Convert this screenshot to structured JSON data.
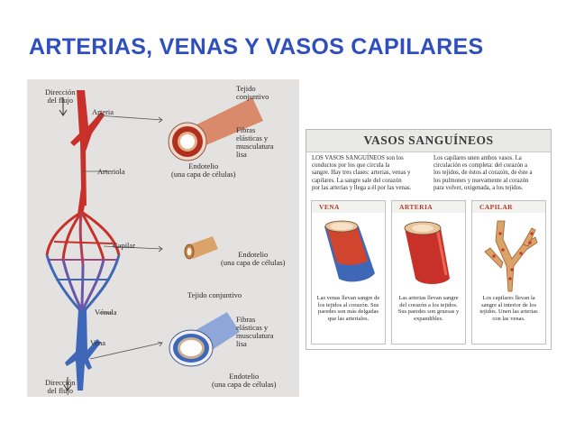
{
  "title": "ARTERIAS, VENAS Y VASOS CAPILARES",
  "left_figure": {
    "flow_dir_top": [
      "Dirección",
      "del flujo"
    ],
    "arteria": "Arteria",
    "arteriola": "Arteriola",
    "capilar": "Capilar",
    "venula": "Vénula",
    "vena": "Vena",
    "flow_dir_bottom": [
      "Dirección",
      "del flujo"
    ],
    "artery_cs_labels": {
      "tejido": [
        "Tejido",
        "conjuntivo"
      ],
      "fibras": [
        "Fibras",
        "elásticas y",
        "musculatura",
        "lisa"
      ],
      "endotelio": [
        "Endotelio",
        "(una capa de células)"
      ]
    },
    "capillary_labels": {
      "endotelio": [
        "Endotelio",
        "(una capa de células)"
      ]
    },
    "vein_cs_labels": {
      "tejido": "Tejido conjuntivo",
      "fibras": [
        "Fibras",
        "elásticas y",
        "musculatura",
        "lisa"
      ],
      "endotelio": [
        "Endotelio",
        "(una capa de células)"
      ]
    }
  },
  "right_figure": {
    "title": "VASOS SANGUÍNEOS",
    "intro_left": [
      "LOS VASOS SANGUÍNEOS son los",
      "conductos por los que circula la",
      "sangre. Hay tres clases: arterias, venas y",
      "capilares. La sangre sale del corazón",
      "por las arterias y llega a él por las venas."
    ],
    "intro_right": [
      "Los capilares unen ambos vasos. La",
      "circulación es completa: del corazón a",
      "los tejidos, de éstos al corazón, de éste a",
      "los pulmones y nuevamente al corazón",
      "para volver, oxigenada, a los tejidos."
    ],
    "panels": [
      {
        "label": "VENA",
        "caption": [
          "Las venas llevan sangre de",
          "los tejidos al corazón. Sus",
          "paredes son más delgadas",
          "que las arteriales."
        ]
      },
      {
        "label": "ARTERIA",
        "caption": [
          "Las arterias llevan sangre",
          "del corazón a los tejidos.",
          "Sus paredes son gruesas y",
          "expandibles."
        ]
      },
      {
        "label": "CAPILAR",
        "caption": [
          "Los capilares llevan la",
          "sangre al interior de los",
          "tejidos. Unen las arterias",
          "con las venas."
        ]
      }
    ]
  },
  "colors": {
    "title": "#2f4fbf",
    "artery": "#c8302a",
    "vein": "#3f67b8",
    "capillary": "#d9a36a"
  }
}
